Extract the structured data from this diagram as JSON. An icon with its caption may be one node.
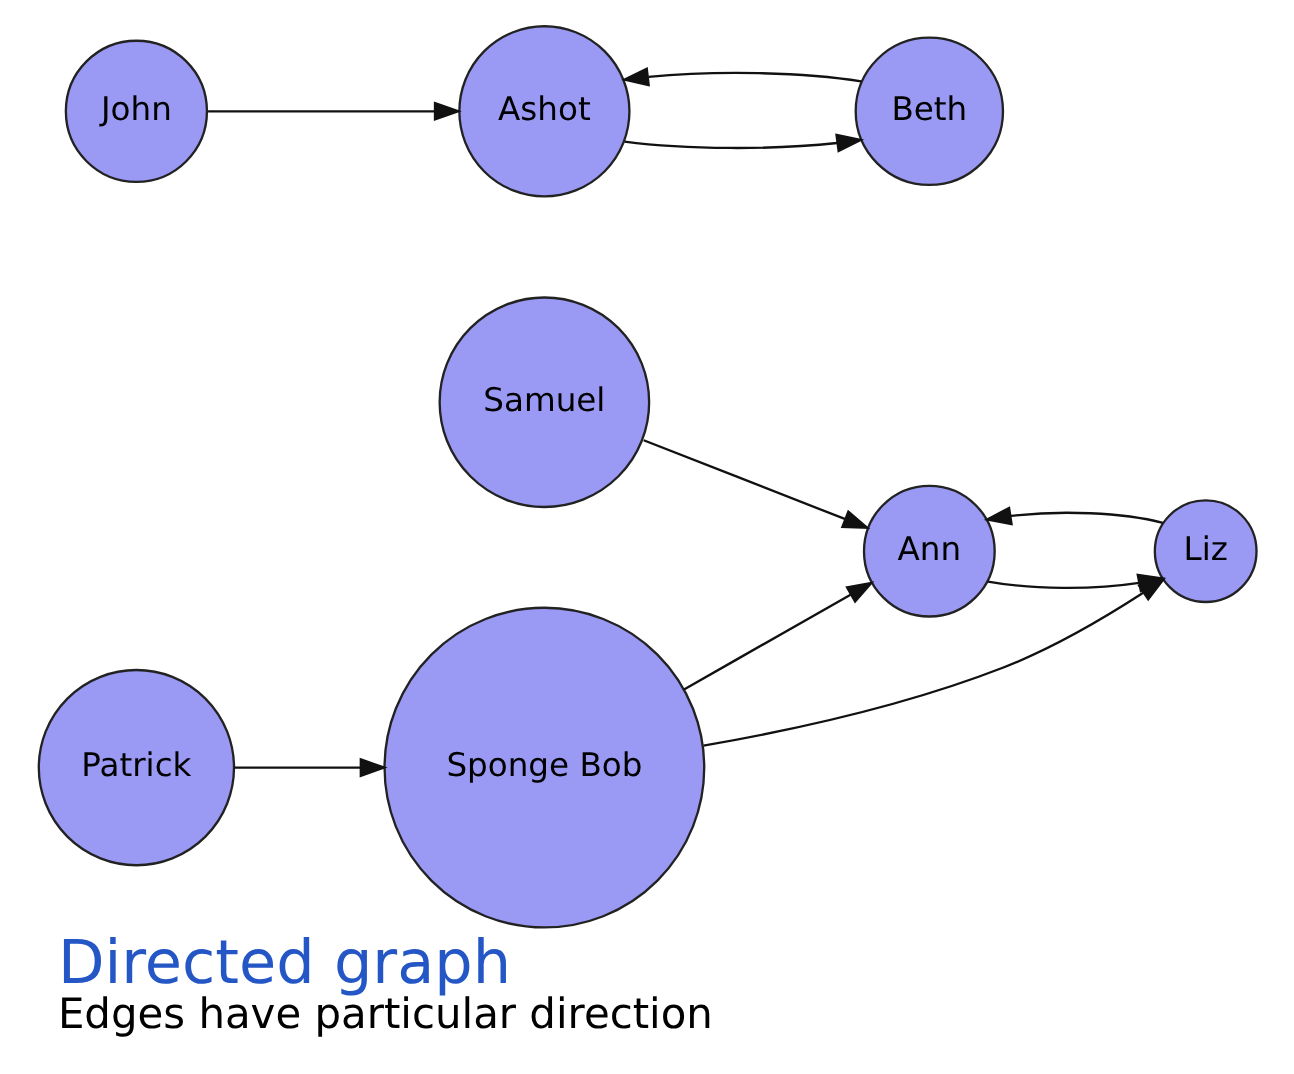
{
  "diagram": {
    "title": "Directed graph",
    "caption": "Edges have particular direction",
    "nodes": [
      {
        "text": [
          "Samuel"
        ]
      },
      {
        "text": [
          "Ashot"
        ]
      },
      {
        "text": [
          "Beth"
        ]
      },
      {
        "text": [
          "John"
        ]
      },
      {
        "text": [
          "Liz"
        ]
      },
      {
        "text": [
          "Ann"
        ]
      },
      {
        "text": [
          "Patrick"
        ]
      },
      {
        "text": [
          "Sponge Bob"
        ]
      }
    ],
    "edges": [
      {
        "from": 3,
        "to": 1,
        "arrow": "to"
      },
      {
        "from": 1,
        "to": 2,
        "arrow": "to"
      },
      {
        "from": 2,
        "to": 1,
        "arrow": "to"
      },
      {
        "from": 0,
        "to": 5,
        "arrow": "to"
      },
      {
        "from": 5,
        "to": 4,
        "arrow": "to"
      },
      {
        "from": 4,
        "to": 5,
        "arrow": "to"
      },
      {
        "from": 7,
        "to": 4,
        "arrow": "to"
      },
      {
        "from": 7,
        "to": 5,
        "arrow": "to"
      },
      {
        "from": 6,
        "to": 7,
        "arrow": "to"
      }
    ]
  }
}
